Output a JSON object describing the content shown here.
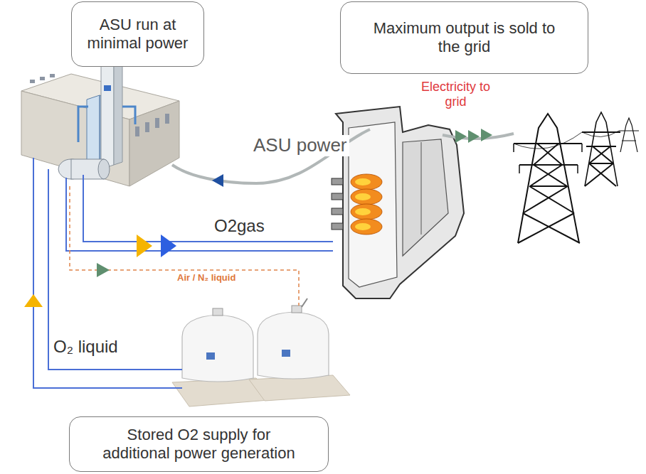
{
  "diagram": {
    "nodes": [
      {
        "text": [
          "ASU run at minimal power"
        ]
      },
      {
        "text": [
          "Maximum output is sold to the grid"
        ]
      },
      {
        "text": [
          "Stored O2 supply for additional power generation"
        ]
      }
    ],
    "labels": [
      "Electricity to grid",
      "ASU power",
      "O2gas",
      "Air / N₂ liquid",
      "O₂ liquid"
    ]
  }
}
